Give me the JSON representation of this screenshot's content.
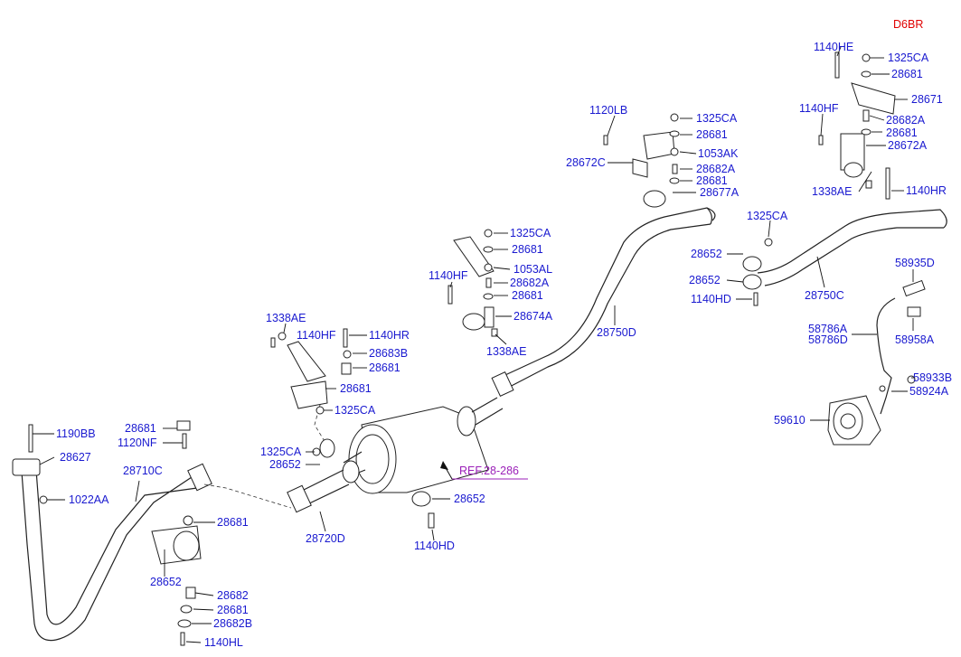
{
  "diagram_code": "D6BR",
  "reference": "REF.28-286",
  "labels": {
    "l1140HE": "1140HE",
    "l1325CA_tr": "1325CA",
    "l28681_tr": "28681",
    "l28671": "28671",
    "l1140HF_tr": "1140HF",
    "l28682A_tr": "28682A",
    "l28681_tr2": "28681",
    "l28672A": "28672A",
    "l1338AE_tr": "1338AE",
    "l1140HR_tr": "1140HR",
    "l1120LB": "1120LB",
    "l1325CA_c": "1325CA",
    "l28681_c": "28681",
    "l1053AK": "1053AK",
    "l28672C": "28672C",
    "l28682A_c": "28682A",
    "l28681_c2": "28681",
    "l28677A": "28677A",
    "l1325CA_r": "1325CA",
    "l28652_r1": "28652",
    "l28652_r2": "28652",
    "l1140HD_r": "1140HD",
    "l28750C": "28750C",
    "l1325CA_m": "1325CA",
    "l28681_m": "28681",
    "l1053AL": "1053AL",
    "l1140HF_m": "1140HF",
    "l28682A_m": "28682A",
    "l28681_m2": "28681",
    "l28674A": "28674A",
    "l1338AE_m": "1338AE",
    "l28750D": "28750D",
    "l58935D": "58935D",
    "l58786A": "58786A",
    "l58786D": "58786D",
    "l58958A": "58958A",
    "l58933B": "58933B",
    "l58924A": "58924A",
    "l59610": "59610",
    "l1338AE_l": "1338AE",
    "l1140HF_l": "1140HF",
    "l1140HR_l": "1140HR",
    "l28683B": "28683B",
    "l28681_l": "28681",
    "l28681_l2": "28681",
    "l1325CA_l": "1325CA",
    "l28681_fl": "28681",
    "l1120NF": "1120NF",
    "l1190BB": "1190BB",
    "l28627": "28627",
    "l1022AA": "1022AA",
    "l28710C": "28710C",
    "l1325CA_mu": "1325CA",
    "l28652_mu": "28652",
    "l28720D": "28720D",
    "l28652_mu2": "28652",
    "l1140HD_mu": "1140HD",
    "l28681_b1": "28681",
    "l28652_b": "28652",
    "l28682_b": "28682",
    "l28681_b2": "28681",
    "l28682B": "28682B",
    "l1140HL": "1140HL"
  }
}
